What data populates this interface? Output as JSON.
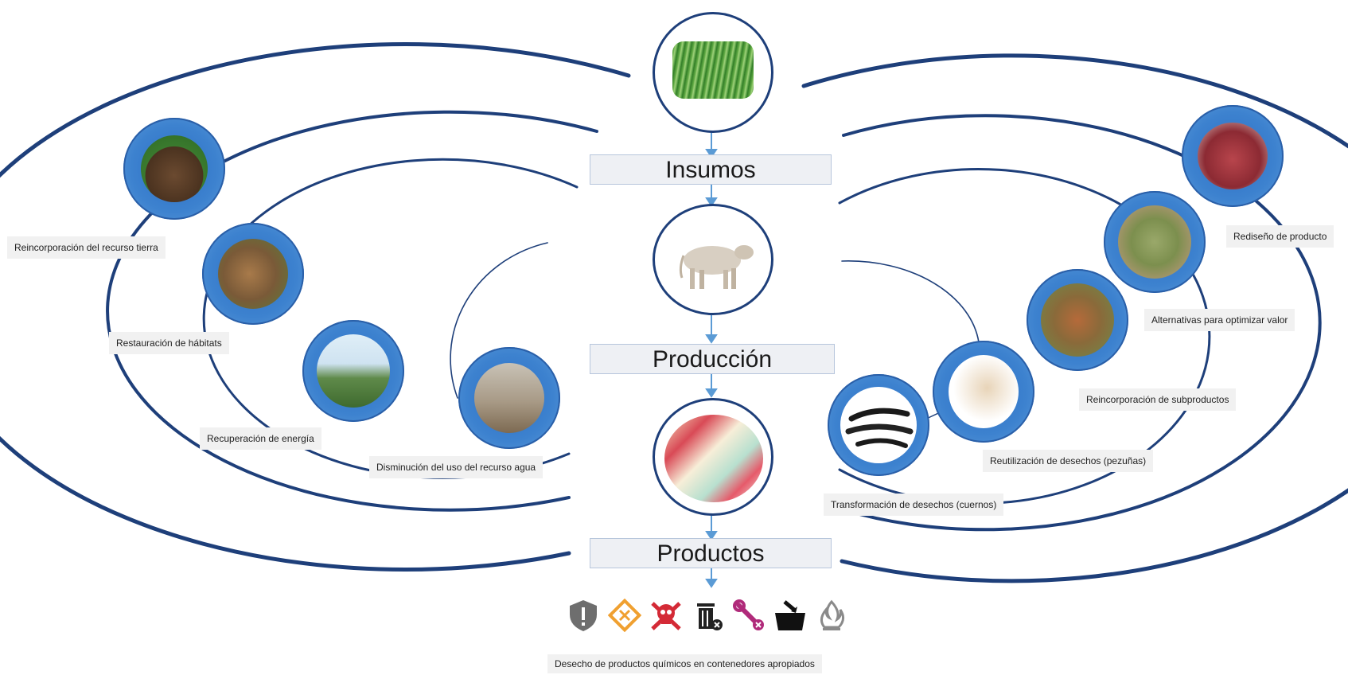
{
  "stages": {
    "insumos": "Insumos",
    "produccion": "Producción",
    "productos": "Productos"
  },
  "left_labels": {
    "tierra": "Reincorporación del recurso tierra",
    "habitats": "Restauración de hábitats",
    "energia": "Recuperación de energía",
    "agua": "Disminución del uso del recurso agua"
  },
  "right_labels": {
    "rediseno": "Rediseño de producto",
    "alternativas": "Alternativas para optimizar valor",
    "subproductos": "Reincorporación de subproductos",
    "pezunas": "Reutilización de desechos (pezuñas)",
    "cuernos": "Transformación de desechos (cuernos)"
  },
  "bottom_label": "Desecho de productos químicos en contenedores apropiados",
  "hazard_icons": [
    "shield-exclamation-icon",
    "irritant-diamond-icon",
    "skull-crossbones-icon",
    "trash-bin-icon",
    "tools-icon",
    "disposal-container-icon",
    "flammable-icon"
  ],
  "colors": {
    "arc": "#1e3f7a",
    "node": "#3d82cf",
    "arrow": "#5b9bd5"
  }
}
